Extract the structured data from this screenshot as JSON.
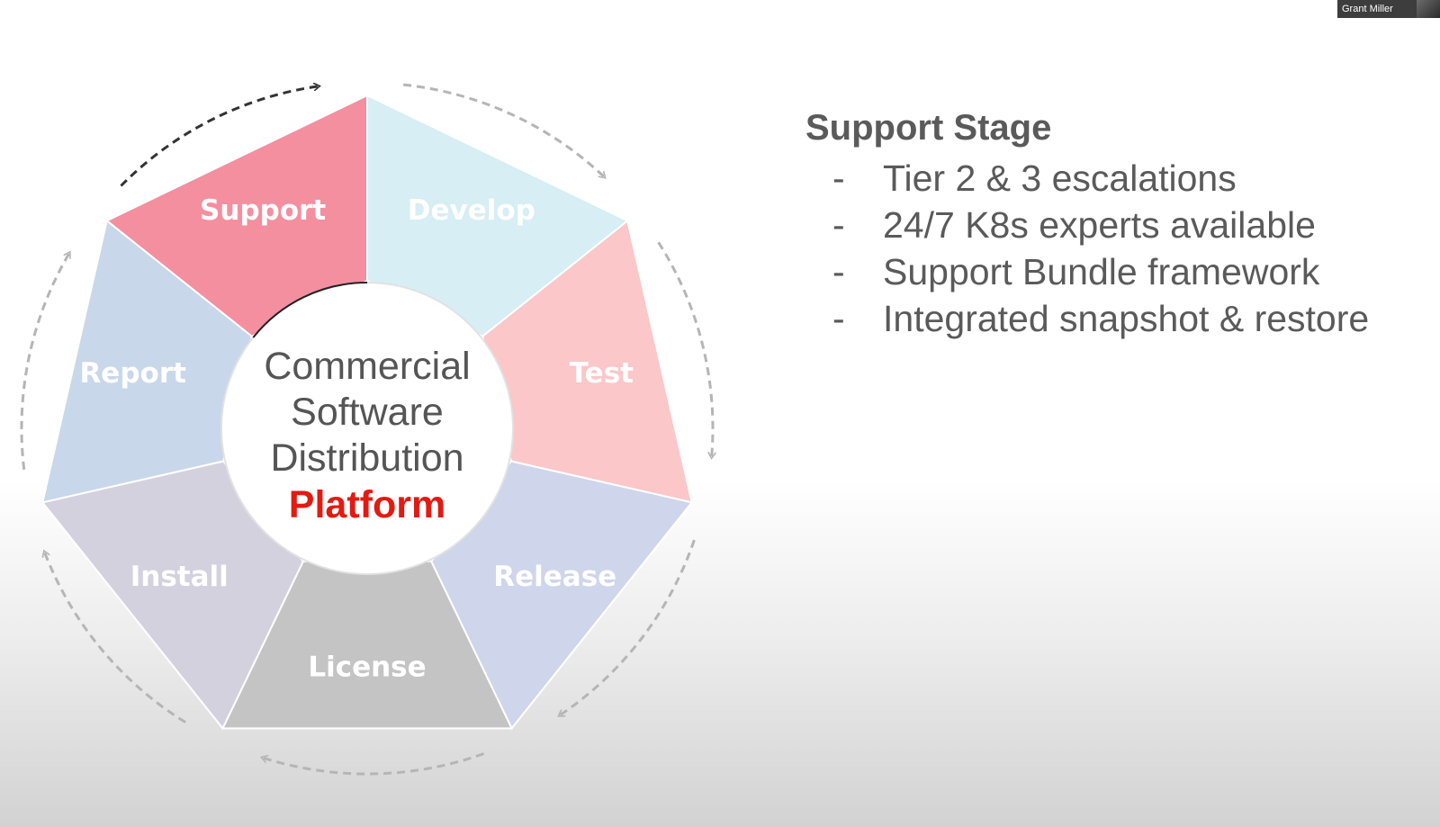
{
  "wheel": {
    "stages": [
      {
        "label": "Support",
        "color": "#f48f9f"
      },
      {
        "label": "Develop",
        "color": "#d6eef4"
      },
      {
        "label": "Test",
        "color": "#fbc7c9"
      },
      {
        "label": "Release",
        "color": "#cfd5ea"
      },
      {
        "label": "License",
        "color": "#c4c4c4"
      },
      {
        "label": "Install",
        "color": "#d4d1df"
      },
      {
        "label": "Report",
        "color": "#c9d7ea"
      }
    ],
    "center": {
      "line1": "Commercial",
      "line2": "Software",
      "line3": "Distribution",
      "accent": "Platform",
      "accent_color": "#e21b12"
    }
  },
  "panel": {
    "title": "Support Stage",
    "bullet_marker": "-",
    "bullets": [
      "Tier 2 & 3 escalations",
      "24/7 K8s experts available",
      "Support Bundle framework",
      "Integrated snapshot & restore"
    ]
  },
  "participant": {
    "name": "Grant Miller"
  }
}
